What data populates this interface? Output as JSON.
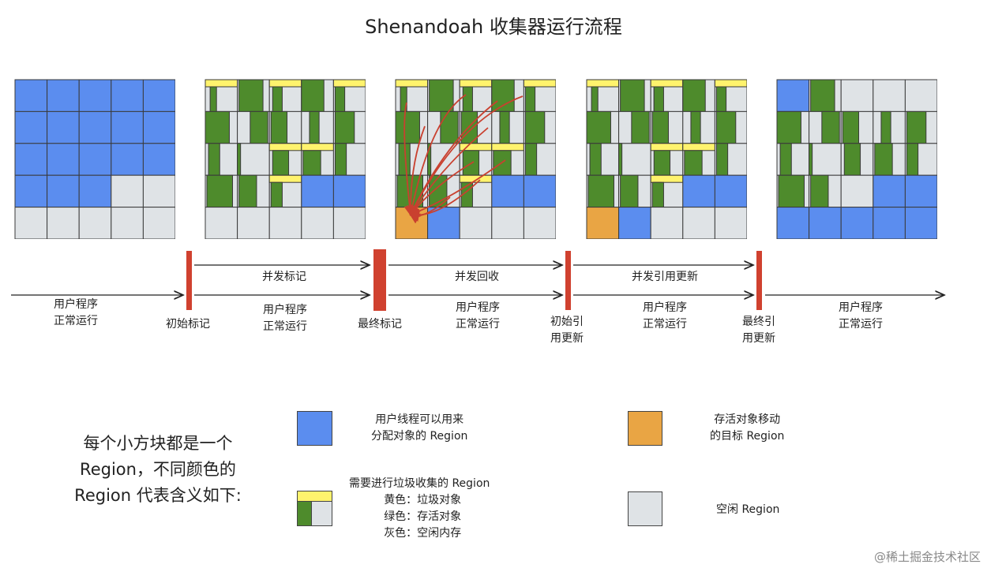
{
  "title": "Shenandoah 收集器运行流程",
  "colors": {
    "blue": "#5b8def",
    "green": "#4e8b2c",
    "yellow": "#fff36d",
    "gray": "#dfe3e6",
    "orange": "#e9a544",
    "red_bar": "#d0412f",
    "arrow_red": "#c9402f"
  },
  "phases": {
    "concurrent_mark": "并发标记",
    "concurrent_evacuation": "并发回收",
    "concurrent_update_refs": "并发引用更新"
  },
  "user_running": [
    "用户程序",
    "正常运行"
  ],
  "pauses": {
    "init_mark": "初始标记",
    "final_mark": "最终标记",
    "init_update_refs": [
      "初始引",
      "用更新"
    ],
    "final_update_refs": [
      "最终引",
      "用更新"
    ]
  },
  "legend": {
    "heading": [
      "每个小方块都是一个",
      "Region，不同颜色的",
      "Region 代表含义如下:"
    ],
    "blue": [
      "用户线程可以用来",
      "分配对象的 Region"
    ],
    "orange": [
      "存活对象移动",
      "的目标 Region"
    ],
    "mixed": [
      "需要进行垃圾收集的 Region",
      "黄色：垃圾对象",
      "绿色：存活对象",
      "灰色：空闲内存"
    ],
    "empty": "空闲 Region"
  },
  "watermark": "@稀土掘金技术社区"
}
